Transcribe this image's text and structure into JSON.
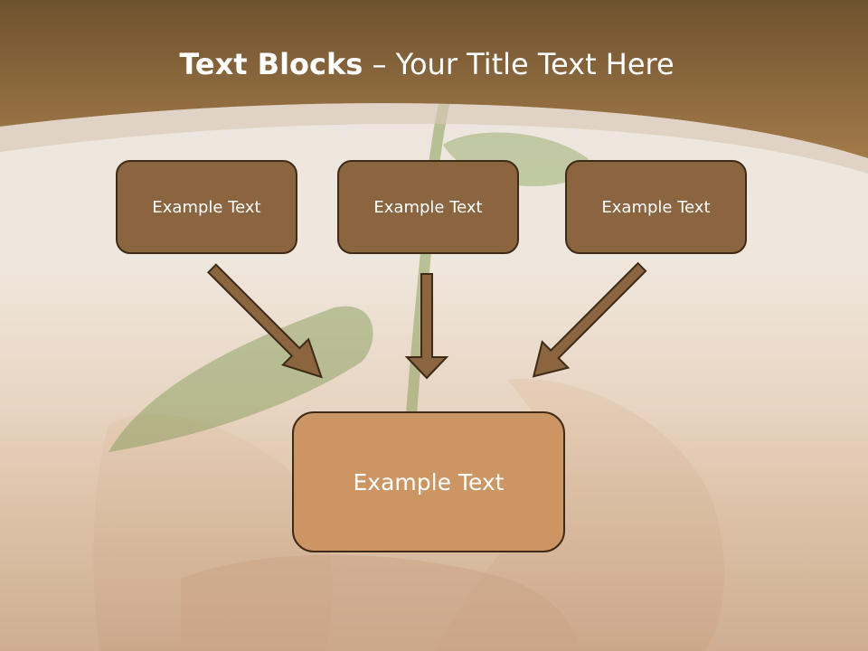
{
  "slide": {
    "title_bold": "Text Blocks",
    "title_dash": "–",
    "title_rest": "Your Title Text Here"
  },
  "blocks": {
    "top": [
      "Example Text",
      "Example Text",
      "Example Text"
    ],
    "main": "Example Text"
  },
  "colors": {
    "header_band": "#8a6238",
    "small_box_fill": "#8b6440",
    "big_box_fill": "#cc9664",
    "box_border": "#3f2a17",
    "arrow_fill": "#8b6440"
  }
}
